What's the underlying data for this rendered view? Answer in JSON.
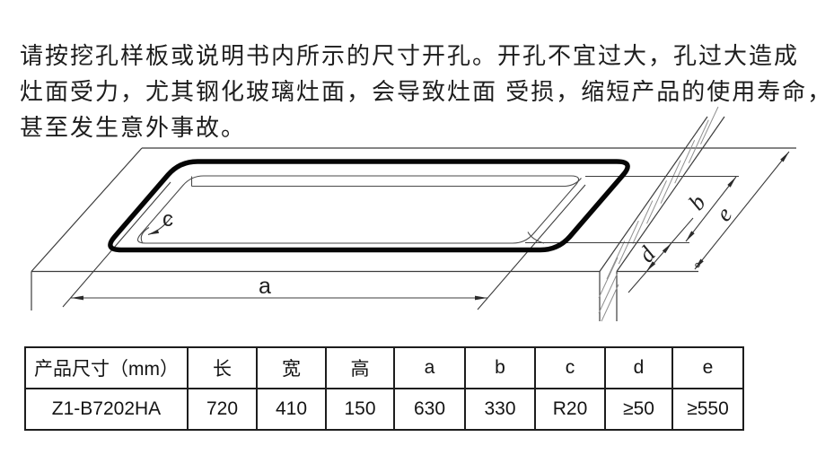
{
  "instructions": {
    "line1": "请按挖孔样板或说明书内所示的尺寸开孔。开孔不宜过大，孔过大造成",
    "line2": "灶面受力，尤其钢化玻璃灶面，会导致灶面 受损，缩短产品的使用寿命，",
    "line3": "甚至发生意外事故。"
  },
  "diagram": {
    "labels": {
      "a": "a",
      "b": "b",
      "c": "c",
      "d": "d",
      "e": "e"
    }
  },
  "table": {
    "headers": [
      "产品尺寸（mm）",
      "长",
      "宽",
      "高",
      "a",
      "b",
      "c",
      "d",
      "e"
    ],
    "rows": [
      [
        "Z1-B7202HA",
        "720",
        "410",
        "150",
        "630",
        "330",
        "R20",
        "≥50",
        "≥550"
      ]
    ]
  },
  "colors": {
    "line": "#3c3c3c",
    "cutout_outline": "#060606",
    "text": "#1d1d1d"
  }
}
